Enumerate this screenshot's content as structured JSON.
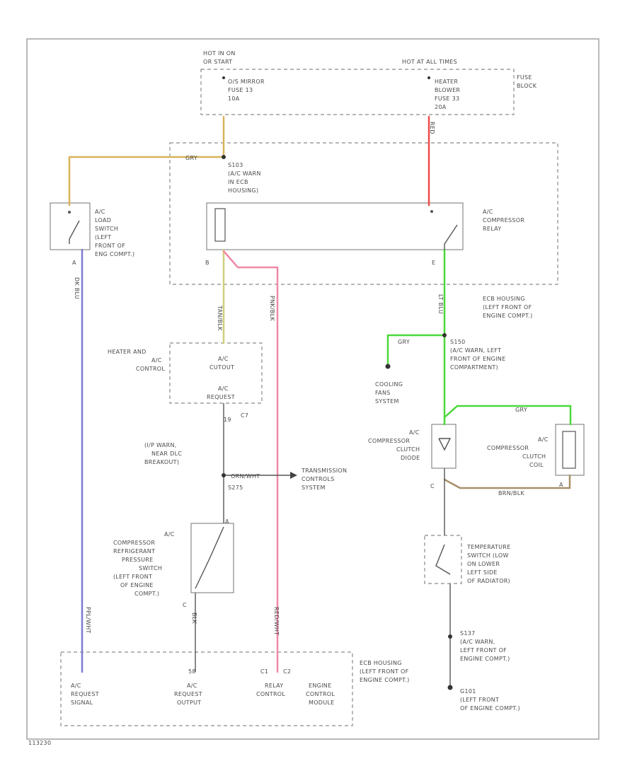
{
  "labels": {
    "hot_run_start": [
      "HOT IN ON",
      "OR START"
    ],
    "hot_all_times": "HOT AT ALL TIMES",
    "fuse_block": [
      "FUSE",
      "BLOCK"
    ],
    "mirror_fuse": [
      "O/S MIRROR",
      "FUSE 13",
      "10A"
    ],
    "heater_fuse": [
      "HEATER",
      "BLOWER",
      "FUSE 33",
      "20A"
    ],
    "s103": [
      "S103",
      "(A/C WARN",
      "IN ECB",
      "HOUSING)"
    ],
    "ac_compressor_relay": [
      "A/C",
      "COMPRESSOR",
      "RELAY"
    ],
    "ac_load_switch": [
      "A/C",
      "LOAD",
      "SWITCH",
      "(LEFT",
      "FRONT OF",
      "ENG COMPT.)"
    ],
    "ecb_housing_top": [
      "ECB HOUSING",
      "(LEFT FRONT OF",
      "ENGINE COMPT.)"
    ],
    "s150": [
      "S150",
      "(A/C WARN, LEFT",
      "FRONT OF ENGINE",
      "COMPARTMENT)"
    ],
    "cooling_fans": [
      "COOLING",
      "FANS",
      "SYSTEM"
    ],
    "heater_ac_control": [
      "HEATER AND",
      "A/C",
      "CONTROL"
    ],
    "ac_cutout": [
      "A/C",
      "CUTOUT"
    ],
    "ac_request": [
      "A/C",
      "REQUEST"
    ],
    "ip_warn": [
      "(I/P WARN,",
      "NEAR DLC",
      "BREAKOUT)"
    ],
    "s275": "S275",
    "transmission": [
      "TRANSMISSION",
      "CONTROLS",
      "SYSTEM"
    ],
    "pressure_switch": [
      "A/C",
      "COMPRESSOR",
      "REFRIGERANT",
      "PRESSURE",
      "SWITCH",
      "(LEFT FRONT",
      "OF ENGINE",
      "COMPT.)"
    ],
    "clutch_diode": [
      "A/C",
      "COMPRESSOR",
      "CLUTCH",
      "DIODE"
    ],
    "clutch_coil": [
      "A/C",
      "COMPRESSOR",
      "CLUTCH",
      "COIL"
    ],
    "temp_switch": [
      "TEMPERATURE",
      "SWITCH (LOW",
      "ON LOWER",
      "LEFT SIDE",
      "OF RADIATOR)"
    ],
    "s137": [
      "S137",
      "(A/C WARN,",
      "LEFT FRONT OF",
      "ENGINE COMPT.)"
    ],
    "g101": [
      "G101",
      "(LEFT FRONT",
      "OF ENGINE COMPT.)"
    ],
    "ecb_housing_bottom": [
      "ECB HOUSING",
      "(LEFT FRONT OF",
      "ENGINE COMPT.)"
    ],
    "ac_request_signal": [
      "A/C",
      "REQUEST",
      "SIGNAL"
    ],
    "ac_request_output": [
      "A/C",
      "REQUEST",
      "OUTPUT"
    ],
    "relay_control": [
      "RELAY",
      "CONTROL"
    ],
    "ecm": [
      "ENGINE",
      "CONTROL",
      "MODULE"
    ],
    "footer_code": "113230"
  },
  "wire_codes": {
    "gry_top": "GRY",
    "gry_mid": "GRY",
    "gry_coil": "GRY",
    "tan_blk": "TAN/BLK",
    "brn_blk": "BRN/BLK",
    "dk_blu": "DK BLU",
    "ppl_wht": "PPL/WHT",
    "lt_blu": "LT BLU",
    "orn_wht": "ORN/WHT",
    "pnk_blk": "PNK/BLK",
    "blk": "BLK",
    "red": "RED",
    "red_wht": "RED/WHT"
  },
  "pins": {
    "relay_b": "B",
    "relay_e": "E",
    "load_a": "A",
    "ac_ctrl_c7": "C7",
    "ac_ctrl_19": "19",
    "press_c": "C",
    "press_a": "A",
    "diode_c": "C",
    "coil_a": "A",
    "ecm_58": "58",
    "ecm_c1": "C1",
    "ecm_c2": "C2"
  },
  "colors": {
    "tan": "#d8b45a",
    "red": "#ef4a4a",
    "green": "#4bd83a",
    "pink": "#ef8aa6",
    "blue": "#7c7cd2",
    "brown": "#a89068",
    "frame": "#8a8a8a",
    "text": "#4a4a4a"
  }
}
